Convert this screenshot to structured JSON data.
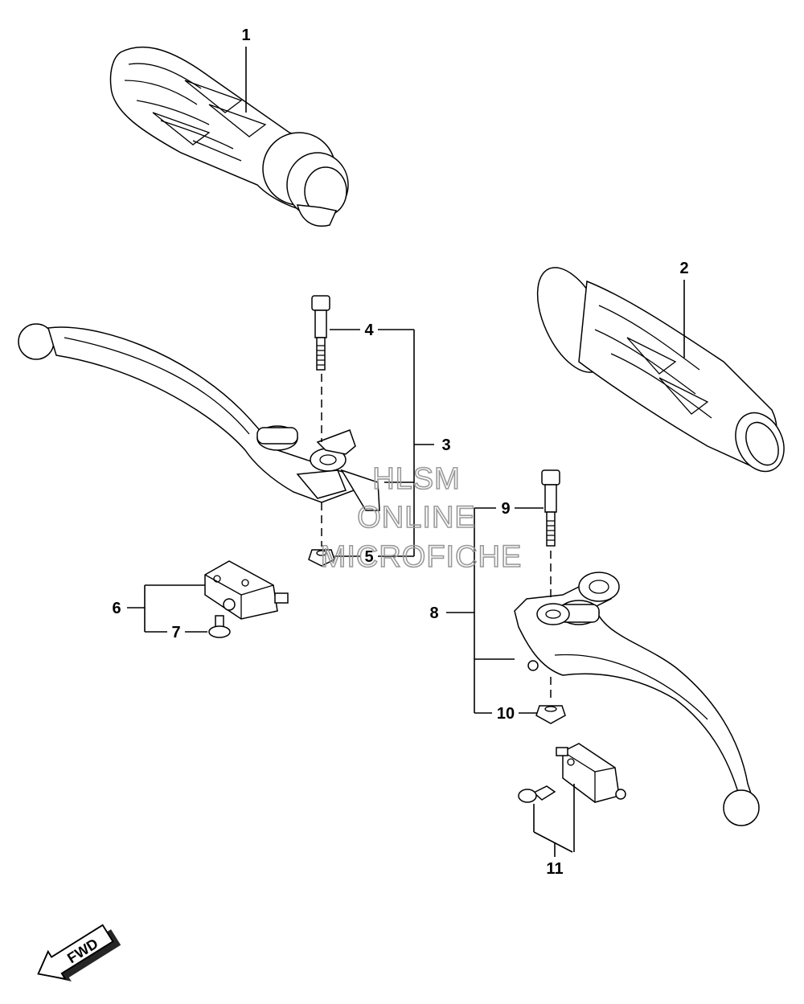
{
  "callouts": {
    "c1": "1",
    "c2": "2",
    "c3": "3",
    "c4": "4",
    "c5": "5",
    "c6": "6",
    "c7": "7",
    "c8": "8",
    "c9": "9",
    "c10": "10",
    "c11": "11"
  },
  "watermark": {
    "line1": "HLSM",
    "line2": "ONLINE",
    "line3": "MICROFICHE"
  },
  "fwd_label": "FWD"
}
